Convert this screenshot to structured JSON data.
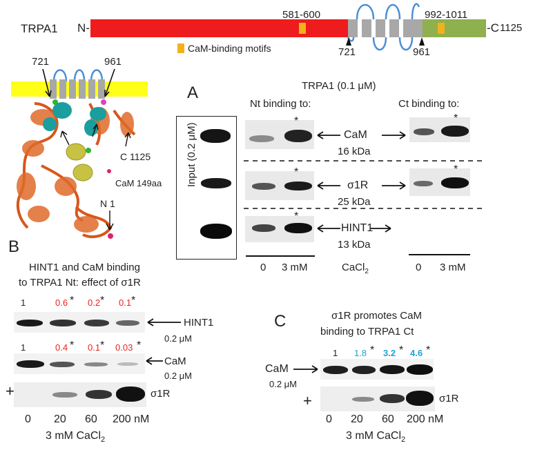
{
  "domain_map": {
    "protein": "TRPA1",
    "n_term": "N-",
    "c_term": "-C",
    "c_len": "1125",
    "motif1": "581-600",
    "motif2": "992-1011",
    "tm_start": "721",
    "tm_end": "961",
    "legend": "CaM-binding motifs",
    "colors": {
      "nt": "#ee1c1c",
      "ct": "#8fb04e",
      "tm": "#a8a8a8",
      "loop": "#4a8fd6",
      "motif": "#f2b21c",
      "membrane": "#ffff1a"
    }
  },
  "structure": {
    "label_721": "721",
    "label_961": "961",
    "label_c": "C 1125",
    "label_n": "N 1",
    "label_cam": "CaM 149aa"
  },
  "panel_a": {
    "letter": "A",
    "title": "TRPA1 (0.1 μM)",
    "nt_heading": "Nt binding to:",
    "ct_heading": "Ct binding to:",
    "input_label": "Input (0.2 μM)",
    "rows": [
      {
        "name": "CaM",
        "kda": "16 kDa"
      },
      {
        "name": "σ1R",
        "kda": "25 kDa"
      },
      {
        "name": "HINT1",
        "kda": "13 kDa"
      }
    ],
    "star": "*",
    "x_left": [
      "0",
      "3 mM"
    ],
    "x_mid": "CaCl",
    "x_mid_sub": "2",
    "x_right": "3 mM",
    "x_right_zero": "0"
  },
  "panel_b": {
    "letter": "B",
    "title_line1": "HINT1 and CaM binding",
    "title_line2": "to TRPA1 Nt: effect of σ1R",
    "hint1_label": "HINT1",
    "hint1_conc": "0.2 μM",
    "cam_label": "CaM",
    "cam_conc": "0.2 μM",
    "plus": "+",
    "s1r_label": "σ1R",
    "hint1_values": [
      "1",
      "0.6",
      "0.2",
      "0.1"
    ],
    "cam_values": [
      "1",
      "0.4",
      "0.1",
      "0.03"
    ],
    "lanes": [
      "0",
      "20",
      "60",
      "200 nM"
    ],
    "footer": "3 mM CaCl",
    "footer_sub": "2"
  },
  "panel_c": {
    "letter": "C",
    "title_line1": "σ1R promotes CaM",
    "title_line2": "binding to TRPA1 Ct",
    "cam_label": "CaM",
    "cam_conc": "0.2 μM",
    "plus": "+",
    "s1r_label": "σ1R",
    "values": [
      "1",
      "1.8",
      "3.2",
      "4.6"
    ],
    "lanes": [
      "0",
      "20",
      "60",
      "200 nM"
    ],
    "footer": "3 mM CaCl",
    "footer_sub": "2"
  }
}
